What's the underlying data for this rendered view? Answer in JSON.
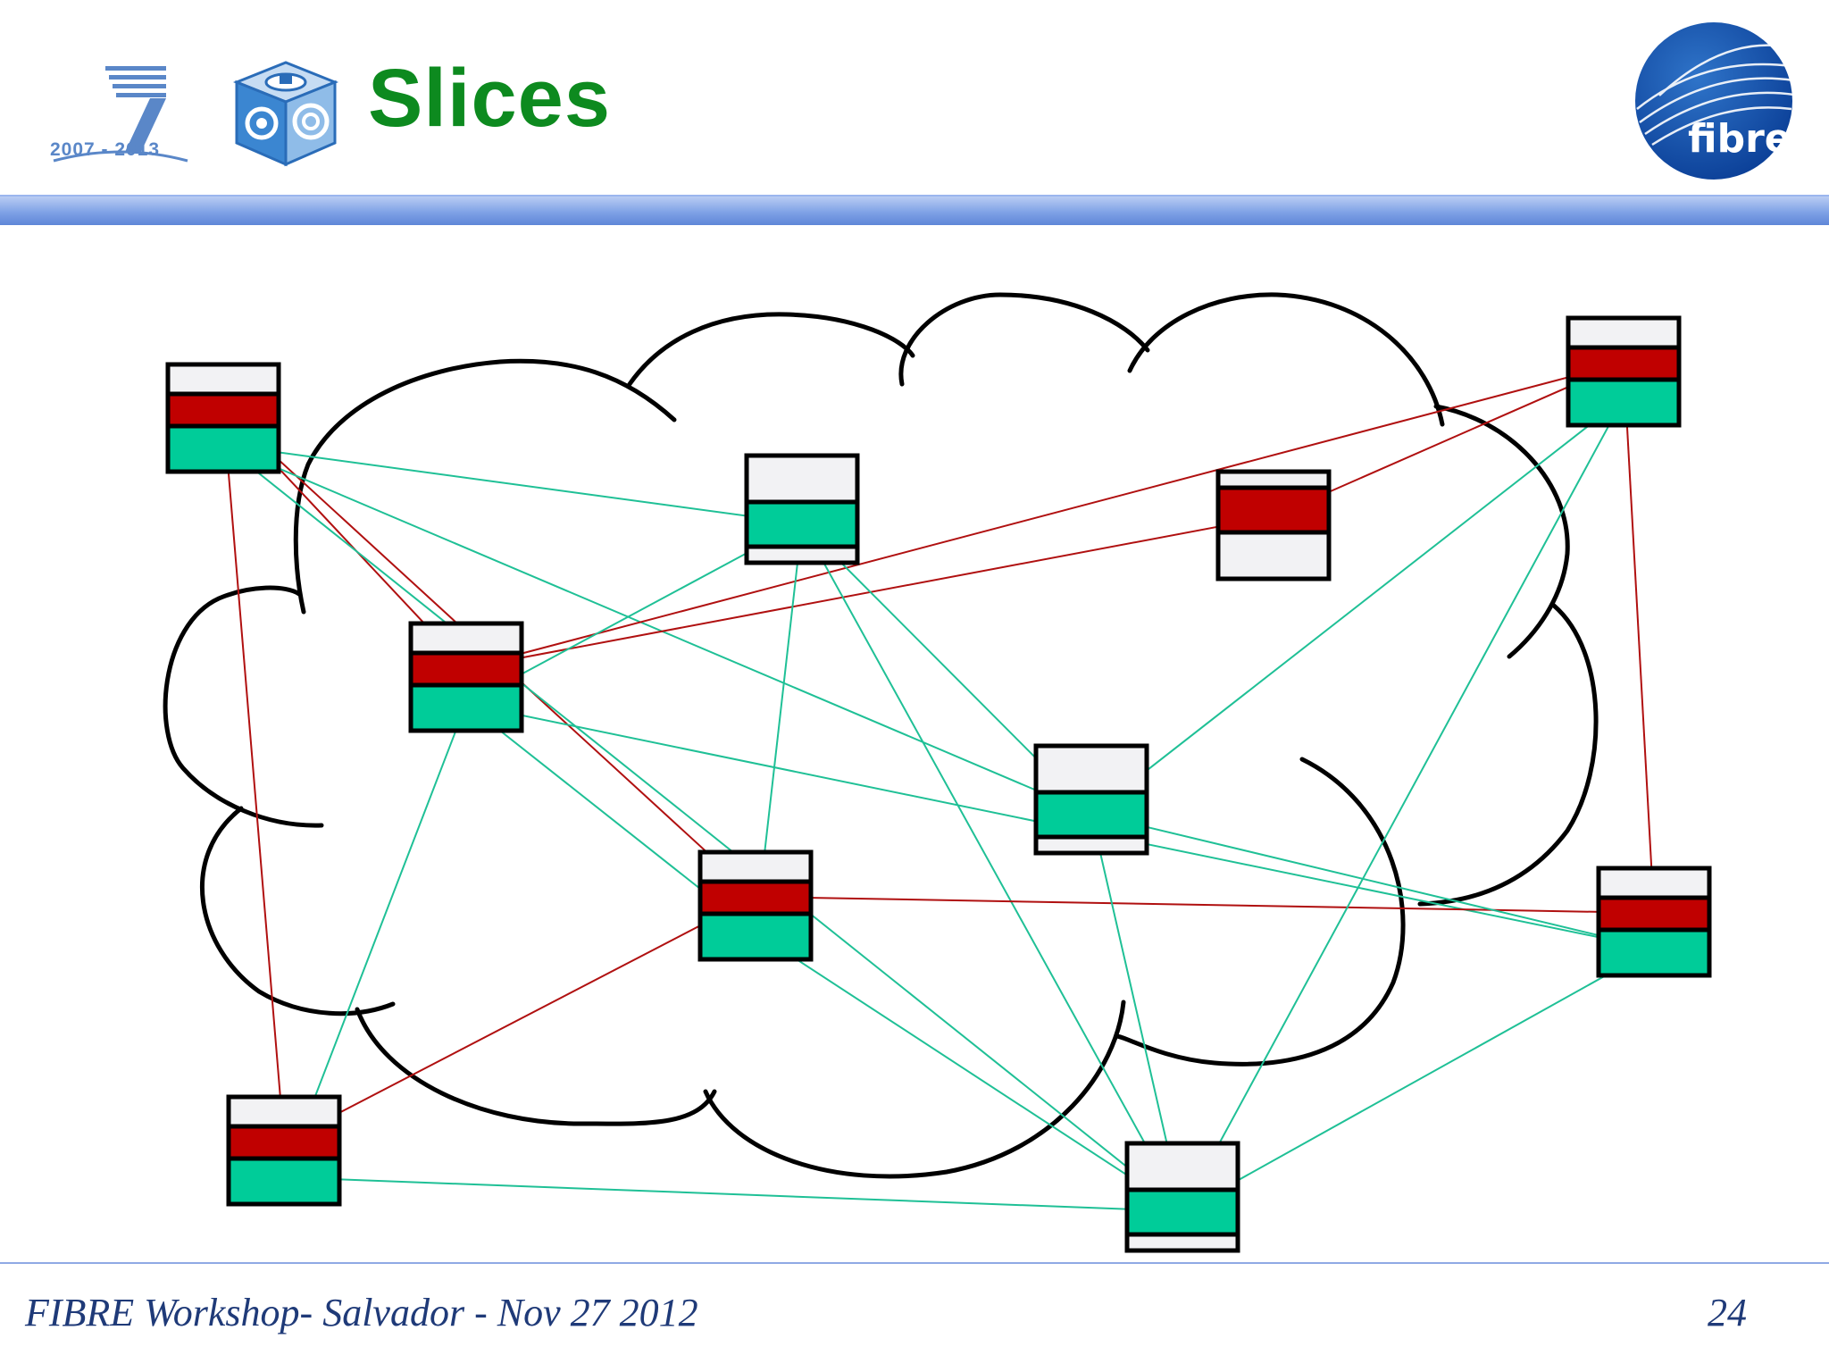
{
  "slide": {
    "title": "Slices",
    "footer": "FIBRE Workshop- Salvador - Nov 27 2012",
    "page_number": "24"
  },
  "logos": {
    "fp7_years": "2007 - 2013",
    "fibre_label": "fibre"
  },
  "colors": {
    "title": "#0d8a1f",
    "slice_red": "#c00000",
    "slice_green": "#00cc99",
    "node_empty": "#f2f2f4",
    "link_red": "#b01010",
    "link_green": "#1fc096",
    "cloud_outline": "#000000"
  },
  "nodes": [
    {
      "id": "n1",
      "slices": [
        "red",
        "green"
      ]
    },
    {
      "id": "n2",
      "slices": [
        "green"
      ]
    },
    {
      "id": "n3",
      "slices": [
        "red"
      ]
    },
    {
      "id": "n4",
      "slices": [
        "red",
        "green"
      ]
    },
    {
      "id": "n5",
      "slices": [
        "red",
        "green"
      ]
    },
    {
      "id": "n6",
      "slices": [
        "green"
      ]
    },
    {
      "id": "n7",
      "slices": [
        "red",
        "green"
      ]
    },
    {
      "id": "n8",
      "slices": [
        "red",
        "green"
      ]
    },
    {
      "id": "n9",
      "slices": [
        "red",
        "green"
      ]
    },
    {
      "id": "n10",
      "slices": [
        "green"
      ]
    }
  ],
  "links": [
    {
      "from": "n1",
      "to": "n4",
      "slice": "red"
    },
    {
      "from": "n1",
      "to": "n9",
      "slice": "red"
    },
    {
      "from": "n1",
      "to": "n5",
      "slice": "red"
    },
    {
      "from": "n1",
      "to": "n2",
      "slice": "green"
    },
    {
      "from": "n1",
      "to": "n6",
      "slice": "green"
    },
    {
      "from": "n1",
      "to": "n10",
      "slice": "green"
    },
    {
      "from": "n4",
      "to": "n3",
      "slice": "red"
    },
    {
      "from": "n4",
      "to": "n7",
      "slice": "red"
    },
    {
      "from": "n4",
      "to": "n2",
      "slice": "green"
    },
    {
      "from": "n4",
      "to": "n5",
      "slice": "green"
    },
    {
      "from": "n4",
      "to": "n8",
      "slice": "green"
    },
    {
      "from": "n4",
      "to": "n9",
      "slice": "green"
    },
    {
      "from": "n2",
      "to": "n5",
      "slice": "green"
    },
    {
      "from": "n2",
      "to": "n10",
      "slice": "green"
    },
    {
      "from": "n2",
      "to": "n6",
      "slice": "green"
    },
    {
      "from": "n3",
      "to": "n7",
      "slice": "red"
    },
    {
      "from": "n5",
      "to": "n9",
      "slice": "red"
    },
    {
      "from": "n5",
      "to": "n8",
      "slice": "red"
    },
    {
      "from": "n5",
      "to": "n10",
      "slice": "green"
    },
    {
      "from": "n6",
      "to": "n8",
      "slice": "green"
    },
    {
      "from": "n6",
      "to": "n10",
      "slice": "green"
    },
    {
      "from": "n7",
      "to": "n8",
      "slice": "red"
    },
    {
      "from": "n7",
      "to": "n6",
      "slice": "green"
    },
    {
      "from": "n7",
      "to": "n10",
      "slice": "green"
    },
    {
      "from": "n8",
      "to": "n10",
      "slice": "green"
    },
    {
      "from": "n9",
      "to": "n10",
      "slice": "green"
    }
  ]
}
